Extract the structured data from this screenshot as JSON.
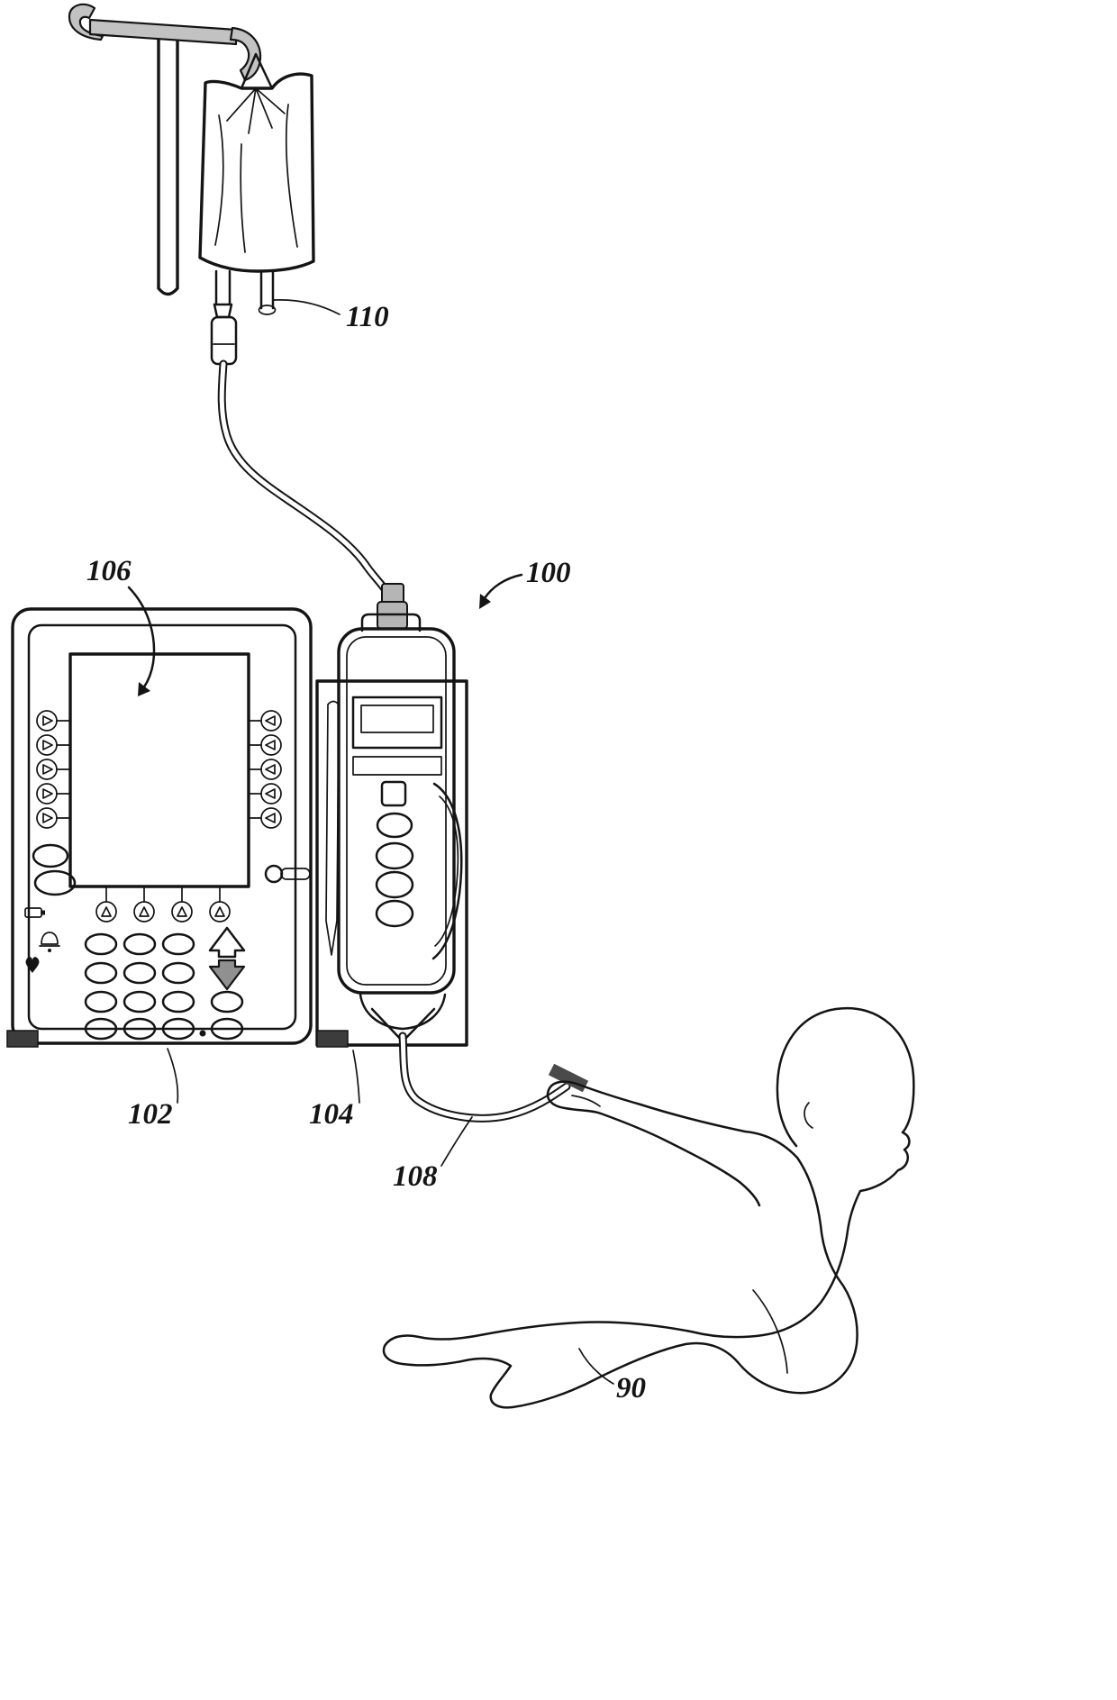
{
  "figure": {
    "background": "#ffffff",
    "ink": "#141414",
    "labels": {
      "iv_bag": "110",
      "screen": "106",
      "assembly": "100",
      "pump": "102",
      "module": "104",
      "tubing": "108",
      "patient": "90"
    }
  }
}
